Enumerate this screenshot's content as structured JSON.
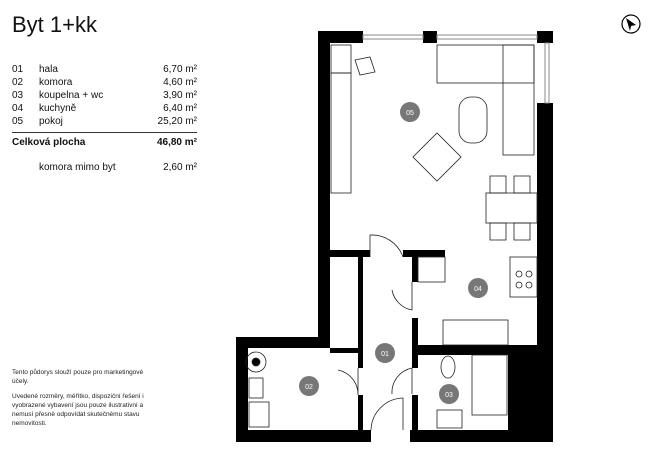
{
  "title": "Byt 1+kk",
  "rooms": [
    {
      "num": "01",
      "name": "hala",
      "area": "6,70 m²"
    },
    {
      "num": "02",
      "name": "komora",
      "area": "4,60 m²"
    },
    {
      "num": "03",
      "name": "koupelna + wc",
      "area": "3,90 m²"
    },
    {
      "num": "04",
      "name": "kuchyně",
      "area": "6,40 m²"
    },
    {
      "num": "05",
      "name": "pokoj",
      "area": "25,20 m²"
    }
  ],
  "total": {
    "label": "Celková plocha",
    "area": "46,80 m²"
  },
  "extra": {
    "label": "komora mimo byt",
    "area": "2,60 m²"
  },
  "note": {
    "p1": "Tento půdorys slouží pouze pro marketingové účely.",
    "p2": "Uvedené rozměry, měřítko, dispoziční řešení i vyobrazené vybavení jsou pouze ilustrativní a nemusí přesně odpovídat skutečnému stavu nemovitosti."
  },
  "plan_labels": {
    "r01": "01",
    "r02": "02",
    "r03": "03",
    "r04": "04",
    "r05": "05"
  },
  "icons": {
    "compass": "north-arrow-icon"
  },
  "colors": {
    "wall": "#000000",
    "label_circle": "#777777"
  }
}
